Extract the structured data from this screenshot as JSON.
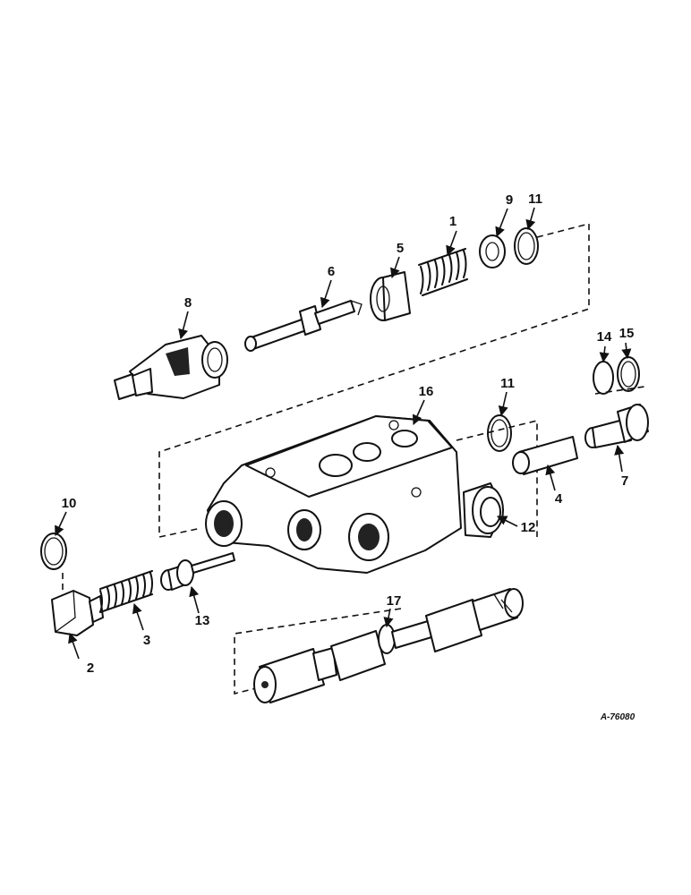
{
  "callouts": [
    {
      "id": "1",
      "text": "1"
    },
    {
      "id": "2",
      "text": "2"
    },
    {
      "id": "3",
      "text": "3"
    },
    {
      "id": "4",
      "text": "4"
    },
    {
      "id": "5",
      "text": "5"
    },
    {
      "id": "6",
      "text": "6"
    },
    {
      "id": "7",
      "text": "7"
    },
    {
      "id": "8",
      "text": "8"
    },
    {
      "id": "9",
      "text": "9"
    },
    {
      "id": "10",
      "text": "10"
    },
    {
      "id": "11a",
      "text": "11"
    },
    {
      "id": "11b",
      "text": "11"
    },
    {
      "id": "12",
      "text": "12"
    },
    {
      "id": "13",
      "text": "13"
    },
    {
      "id": "14",
      "text": "14"
    },
    {
      "id": "15",
      "text": "15"
    },
    {
      "id": "16",
      "text": "16"
    },
    {
      "id": "17",
      "text": "17"
    }
  ],
  "reference_code": "A-76080"
}
